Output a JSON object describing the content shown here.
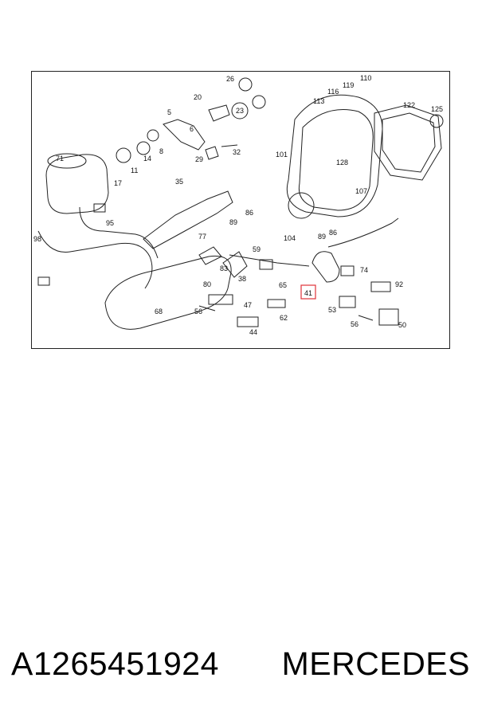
{
  "diagram": {
    "callouts": [
      {
        "id": "26",
        "label": "26"
      },
      {
        "id": "20",
        "label": "20"
      },
      {
        "id": "23",
        "label": "23"
      },
      {
        "id": "5",
        "label": "5"
      },
      {
        "id": "6",
        "label": "6"
      },
      {
        "id": "8",
        "label": "8"
      },
      {
        "id": "14",
        "label": "14"
      },
      {
        "id": "11",
        "label": "11"
      },
      {
        "id": "17",
        "label": "17"
      },
      {
        "id": "71",
        "label": "71"
      },
      {
        "id": "29",
        "label": "29"
      },
      {
        "id": "32",
        "label": "32"
      },
      {
        "id": "35",
        "label": "35"
      },
      {
        "id": "95",
        "label": "95"
      },
      {
        "id": "98",
        "label": "98"
      },
      {
        "id": "101",
        "label": "101"
      },
      {
        "id": "113",
        "label": "113"
      },
      {
        "id": "116",
        "label": "116"
      },
      {
        "id": "119",
        "label": "119"
      },
      {
        "id": "110",
        "label": "110"
      },
      {
        "id": "122",
        "label": "122"
      },
      {
        "id": "125",
        "label": "125"
      },
      {
        "id": "128",
        "label": "128"
      },
      {
        "id": "107",
        "label": "107"
      },
      {
        "id": "89a",
        "label": "89"
      },
      {
        "id": "86a",
        "label": "86"
      },
      {
        "id": "104",
        "label": "104"
      },
      {
        "id": "89b",
        "label": "89"
      },
      {
        "id": "86b",
        "label": "86"
      },
      {
        "id": "77",
        "label": "77"
      },
      {
        "id": "59",
        "label": "59"
      },
      {
        "id": "83",
        "label": "83"
      },
      {
        "id": "38",
        "label": "38"
      },
      {
        "id": "80",
        "label": "80"
      },
      {
        "id": "65",
        "label": "65"
      },
      {
        "id": "74",
        "label": "74"
      },
      {
        "id": "92",
        "label": "92"
      },
      {
        "id": "41",
        "label": "41"
      },
      {
        "id": "68",
        "label": "68"
      },
      {
        "id": "56a",
        "label": "56"
      },
      {
        "id": "47",
        "label": "47"
      },
      {
        "id": "62",
        "label": "62"
      },
      {
        "id": "44",
        "label": "44"
      },
      {
        "id": "53",
        "label": "53"
      },
      {
        "id": "56b",
        "label": "56"
      },
      {
        "id": "50",
        "label": "50"
      }
    ]
  },
  "caption": {
    "part_number": "A1265451924",
    "brand": "MERCEDES"
  },
  "colors": {
    "highlight": "#e0323a",
    "line": "#222222"
  }
}
